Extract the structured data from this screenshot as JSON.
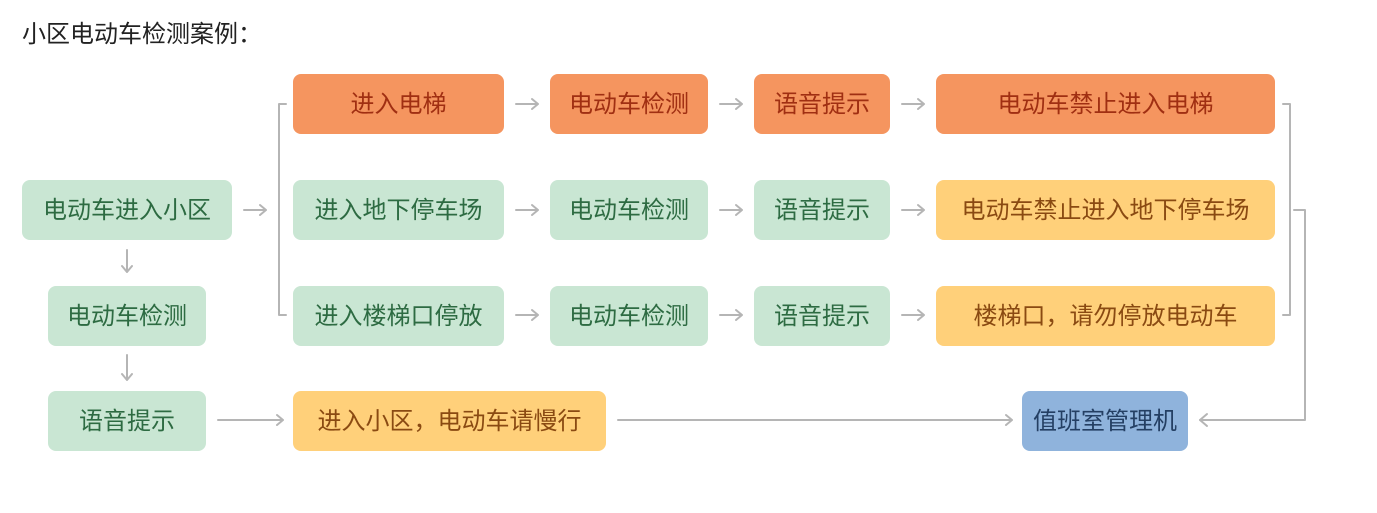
{
  "title": "小区电动车检测案例：",
  "nodes": {
    "enter_community": "电动车进入小区",
    "detect_left": "电动车检测",
    "voice_left": "语音提示",
    "slow_down": "进入小区，电动车请慢行",
    "duty_room": "值班室管理机",
    "row1": {
      "scenario": "进入电梯",
      "detect": "电动车检测",
      "voice": "语音提示",
      "result": "电动车禁止进入电梯"
    },
    "row2": {
      "scenario": "进入地下停车场",
      "detect": "电动车检测",
      "voice": "语音提示",
      "result": "电动车禁止进入地下停车场"
    },
    "row3": {
      "scenario": "进入楼梯口停放",
      "detect": "电动车检测",
      "voice": "语音提示",
      "result": "楼梯口，请勿停放电动车"
    }
  },
  "colors": {
    "green": "#c9e6d3",
    "orange": "#f5955f",
    "yellow": "#ffd07a",
    "blue": "#8fb3dc",
    "connector": "#b5b5b5"
  }
}
